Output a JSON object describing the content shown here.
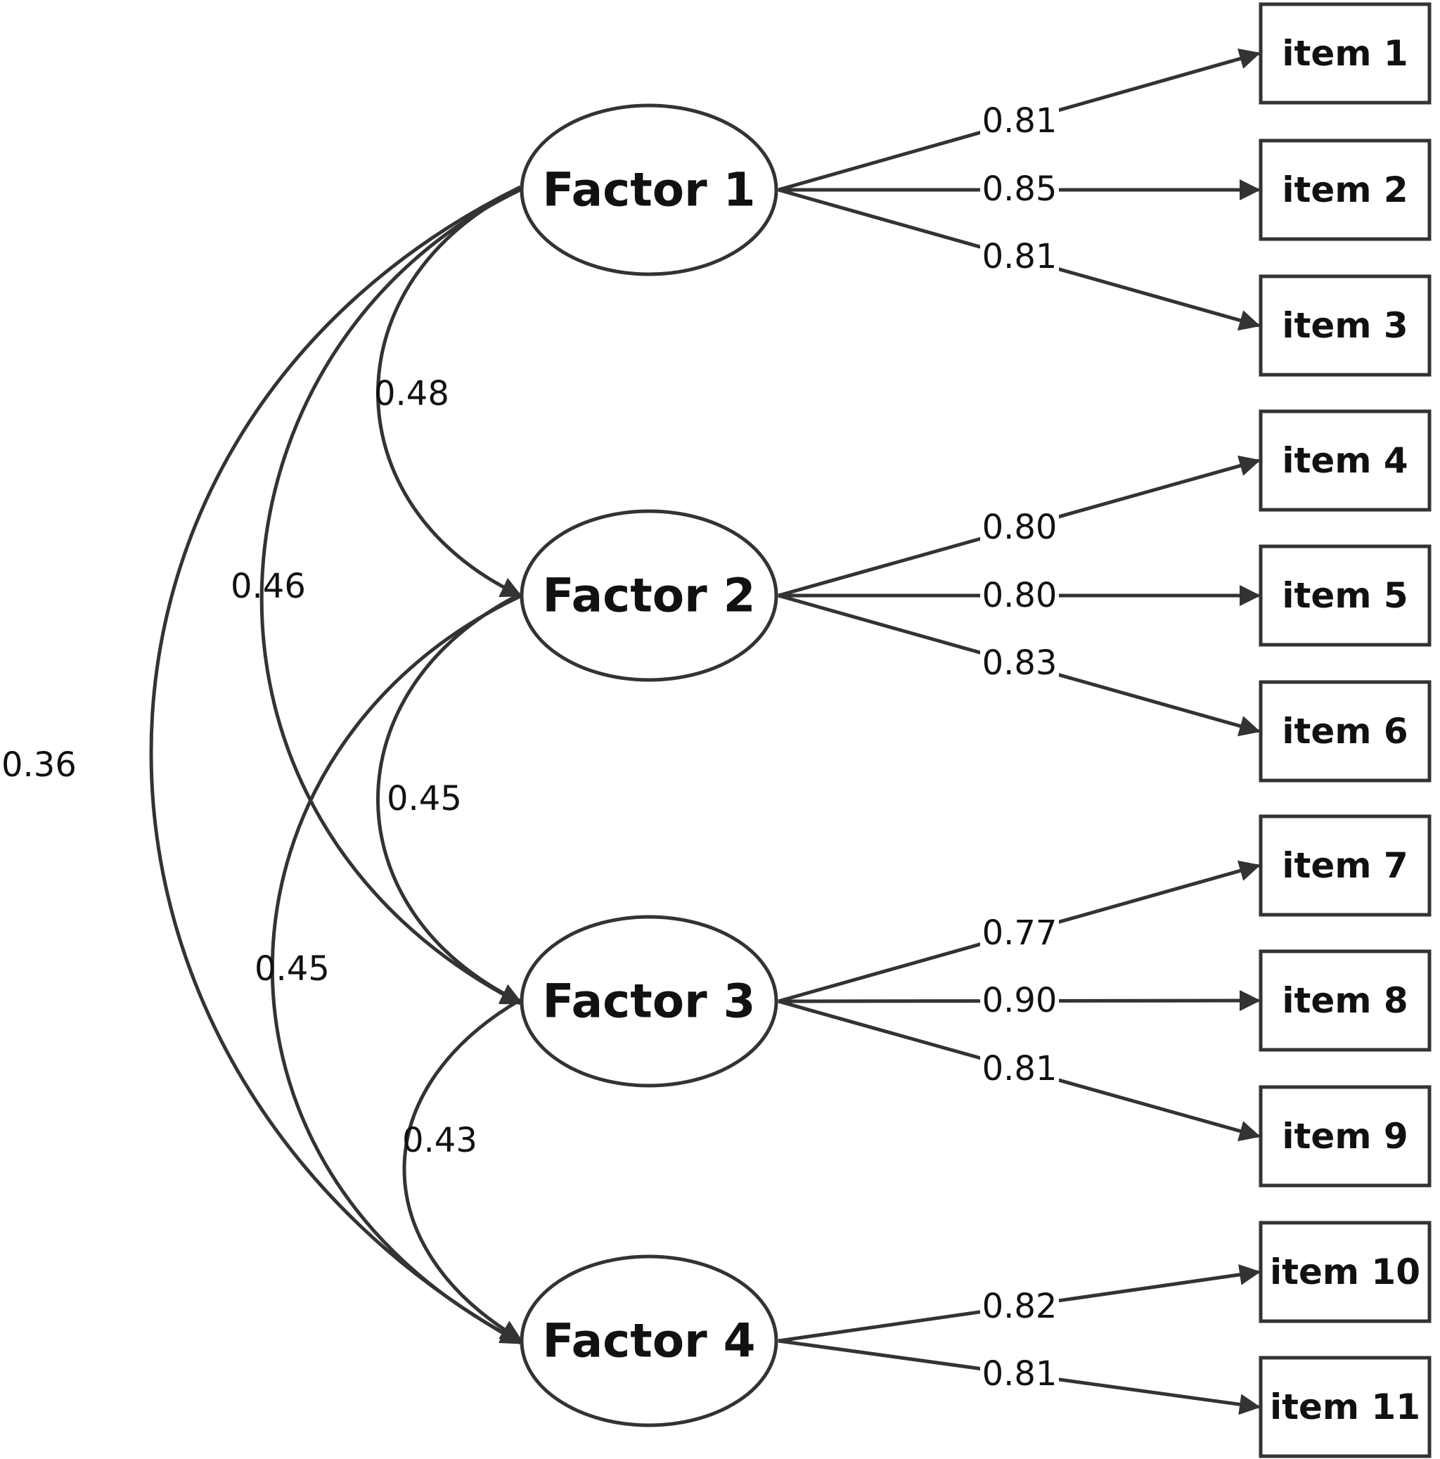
{
  "colors": {
    "stroke": "#333333",
    "text": "#111111",
    "background": "#ffffff"
  },
  "factors": [
    {
      "id": "f1",
      "label": "Factor 1"
    },
    {
      "id": "f2",
      "label": "Factor 2"
    },
    {
      "id": "f3",
      "label": "Factor 3"
    },
    {
      "id": "f4",
      "label": "Factor 4"
    }
  ],
  "items": [
    {
      "id": "i1",
      "label": "item 1"
    },
    {
      "id": "i2",
      "label": "item 2"
    },
    {
      "id": "i3",
      "label": "item 3"
    },
    {
      "id": "i4",
      "label": "item 4"
    },
    {
      "id": "i5",
      "label": "item 5"
    },
    {
      "id": "i6",
      "label": "item 6"
    },
    {
      "id": "i7",
      "label": "item 7"
    },
    {
      "id": "i8",
      "label": "item 8"
    },
    {
      "id": "i9",
      "label": "item 9"
    },
    {
      "id": "i10",
      "label": "item 10"
    },
    {
      "id": "i11",
      "label": "item 11"
    }
  ],
  "loadings": [
    {
      "factor": "f1",
      "item": "i1",
      "value": "0.81"
    },
    {
      "factor": "f1",
      "item": "i2",
      "value": "0.85"
    },
    {
      "factor": "f1",
      "item": "i3",
      "value": "0.81"
    },
    {
      "factor": "f2",
      "item": "i4",
      "value": "0.80"
    },
    {
      "factor": "f2",
      "item": "i5",
      "value": "0.80"
    },
    {
      "factor": "f2",
      "item": "i6",
      "value": "0.83"
    },
    {
      "factor": "f3",
      "item": "i7",
      "value": "0.77"
    },
    {
      "factor": "f3",
      "item": "i8",
      "value": "0.90"
    },
    {
      "factor": "f3",
      "item": "i9",
      "value": "0.81"
    },
    {
      "factor": "f4",
      "item": "i10",
      "value": "0.82"
    },
    {
      "factor": "f4",
      "item": "i11",
      "value": "0.81"
    }
  ],
  "correlations": [
    {
      "from": "f1",
      "to": "f2",
      "value": "0.48"
    },
    {
      "from": "f2",
      "to": "f3",
      "value": "0.45"
    },
    {
      "from": "f3",
      "to": "f4",
      "value": "0.43"
    },
    {
      "from": "f1",
      "to": "f3",
      "value": "0.46"
    },
    {
      "from": "f2",
      "to": "f4",
      "value": "0.45"
    },
    {
      "from": "f1",
      "to": "f4",
      "value": "0.36"
    }
  ]
}
